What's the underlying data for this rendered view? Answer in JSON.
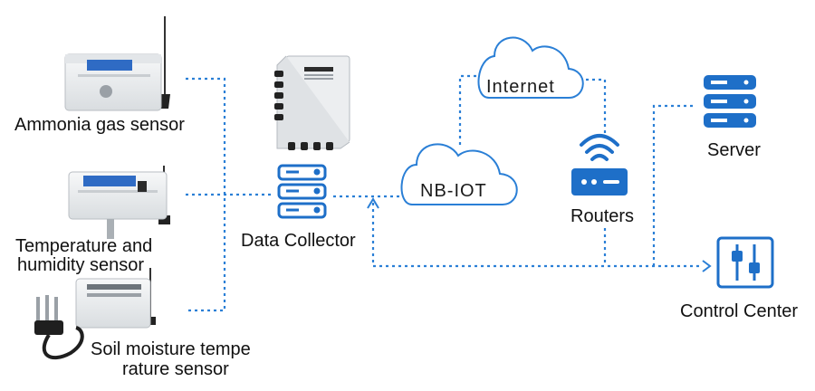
{
  "labels": {
    "ammonia": "Ammonia gas sensor",
    "temp_line1": "Temperature and",
    "temp_line2": "humidity sensor",
    "soil_line1": "Soil moisture tempe",
    "soil_line2": "rature sensor",
    "collector": "Data Collector",
    "nbiot": "NB-IOT",
    "internet": "Internet",
    "routers": "Routers",
    "server": "Server",
    "control": "Control Center"
  },
  "colors": {
    "accent": "#1e6fc8",
    "line": "#2a7fd6",
    "cloud_stroke": "#2a7fd6",
    "device_body": "#eef1f3"
  },
  "icons": {
    "collector": "server-stack-icon",
    "server": "server-stack-icon",
    "router": "wifi-router-icon",
    "control": "sliders-icon",
    "internet": "cloud-icon",
    "nbiot": "cloud-icon"
  }
}
